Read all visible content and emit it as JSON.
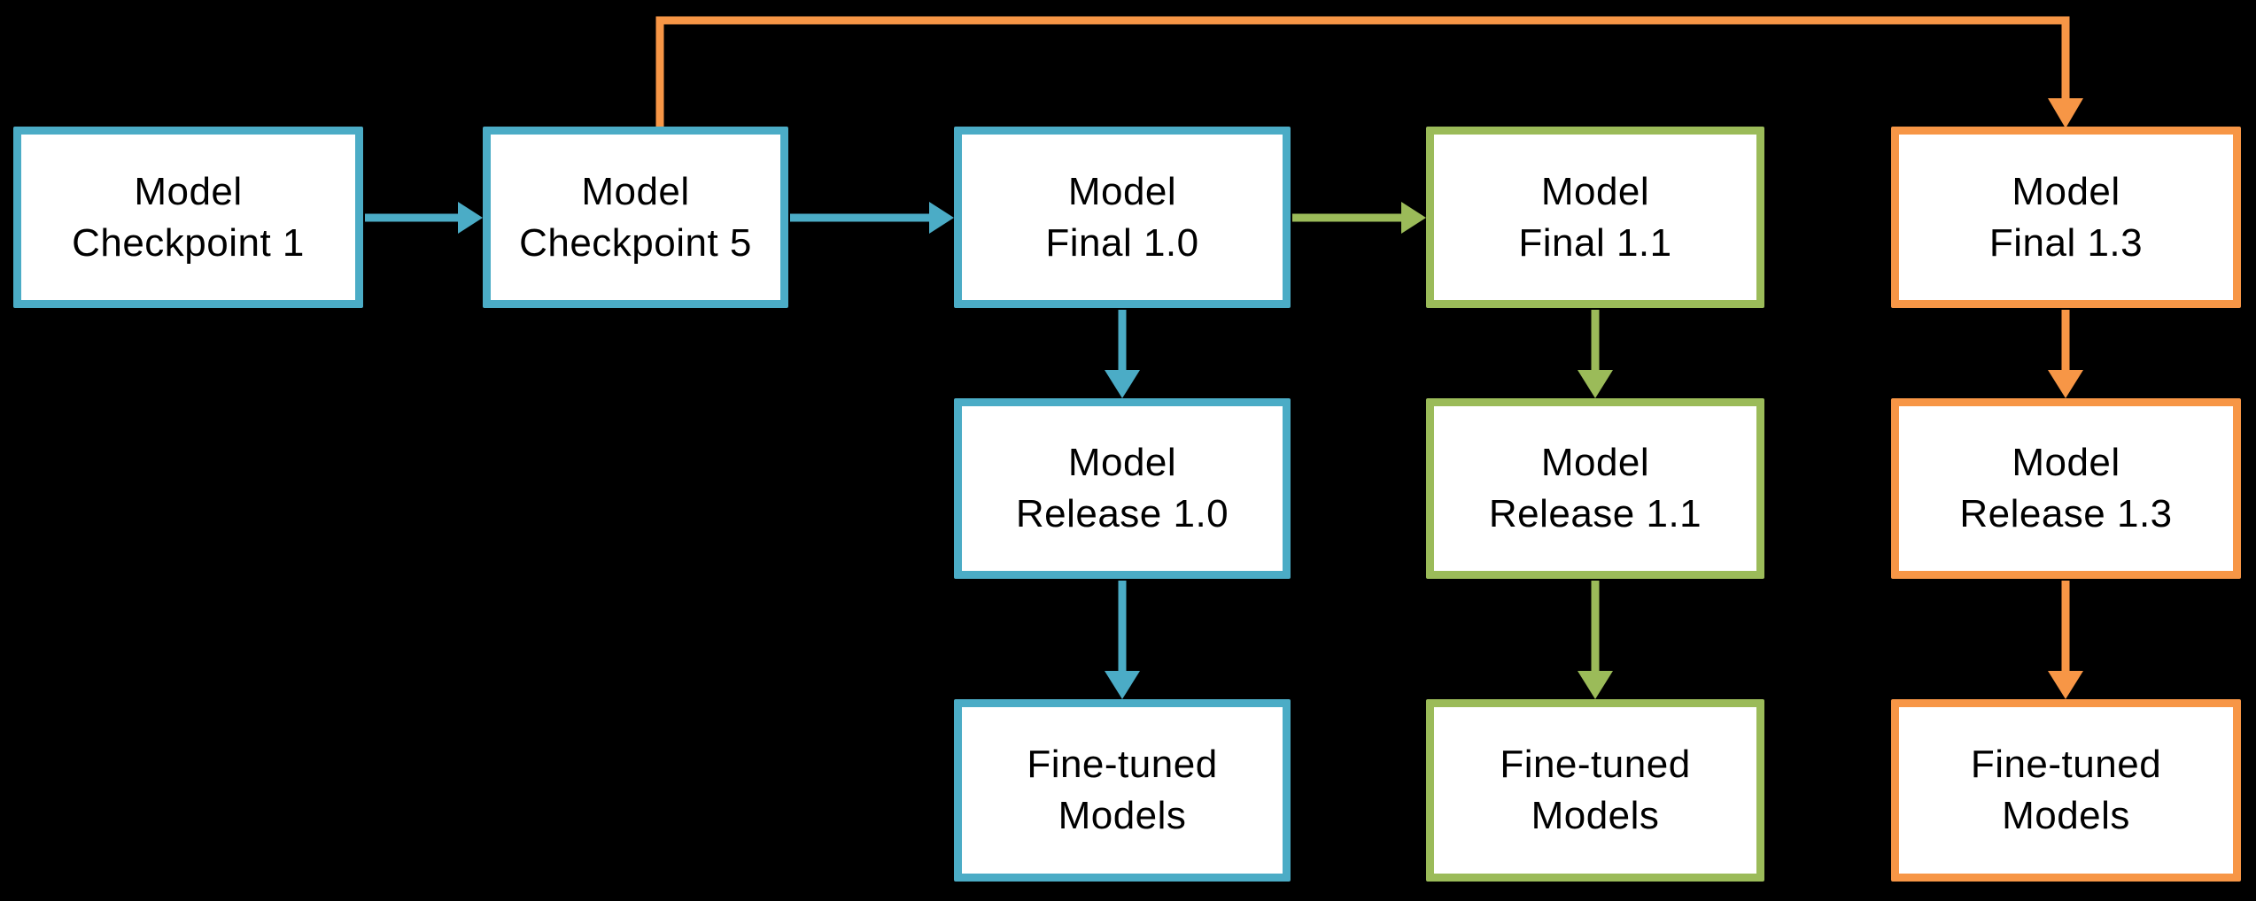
{
  "diagram": {
    "colors": {
      "background": "#000000",
      "box_fill": "#FFFFFF",
      "text": "#000000",
      "blue": "#4BACC6",
      "green": "#9BBB59",
      "orange": "#F79646"
    },
    "nodes": [
      {
        "id": "model-checkpoint-1",
        "line1": "Model",
        "line2": "Checkpoint 1",
        "color": "blue"
      },
      {
        "id": "model-checkpoint-5",
        "line1": "Model",
        "line2": "Checkpoint 5",
        "color": "blue"
      },
      {
        "id": "model-final-1-0",
        "line1": "Model",
        "line2": "Final 1.0",
        "color": "blue"
      },
      {
        "id": "model-final-1-1",
        "line1": "Model",
        "line2": "Final 1.1",
        "color": "green"
      },
      {
        "id": "model-final-1-3",
        "line1": "Model",
        "line2": "Final 1.3",
        "color": "orange"
      },
      {
        "id": "model-release-1-0",
        "line1": "Model",
        "line2": "Release 1.0",
        "color": "blue"
      },
      {
        "id": "model-release-1-1",
        "line1": "Model",
        "line2": "Release 1.1",
        "color": "green"
      },
      {
        "id": "model-release-1-3",
        "line1": "Model",
        "line2": "Release 1.3",
        "color": "orange"
      },
      {
        "id": "fine-tuned-models-1-0",
        "line1": "Fine-tuned",
        "line2": "Models",
        "color": "blue"
      },
      {
        "id": "fine-tuned-models-1-1",
        "line1": "Fine-tuned",
        "line2": "Models",
        "color": "green"
      },
      {
        "id": "fine-tuned-models-1-3",
        "line1": "Fine-tuned",
        "line2": "Models",
        "color": "orange"
      }
    ],
    "edges": [
      {
        "from": "model-checkpoint-1",
        "to": "model-checkpoint-5",
        "color": "blue",
        "style": "straight"
      },
      {
        "from": "model-checkpoint-5",
        "to": "model-final-1-0",
        "color": "blue",
        "style": "straight"
      },
      {
        "from": "model-final-1-0",
        "to": "model-final-1-1",
        "color": "green",
        "style": "straight"
      },
      {
        "from": "model-checkpoint-5",
        "to": "model-final-1-3",
        "color": "orange",
        "style": "elbow-over-top"
      },
      {
        "from": "model-final-1-0",
        "to": "model-release-1-0",
        "color": "blue",
        "style": "straight"
      },
      {
        "from": "model-release-1-0",
        "to": "fine-tuned-models-1-0",
        "color": "blue",
        "style": "straight"
      },
      {
        "from": "model-final-1-1",
        "to": "model-release-1-1",
        "color": "green",
        "style": "straight"
      },
      {
        "from": "model-release-1-1",
        "to": "fine-tuned-models-1-1",
        "color": "green",
        "style": "straight"
      },
      {
        "from": "model-final-1-3",
        "to": "model-release-1-3",
        "color": "orange",
        "style": "straight"
      },
      {
        "from": "model-release-1-3",
        "to": "fine-tuned-models-1-3",
        "color": "orange",
        "style": "straight"
      }
    ]
  }
}
